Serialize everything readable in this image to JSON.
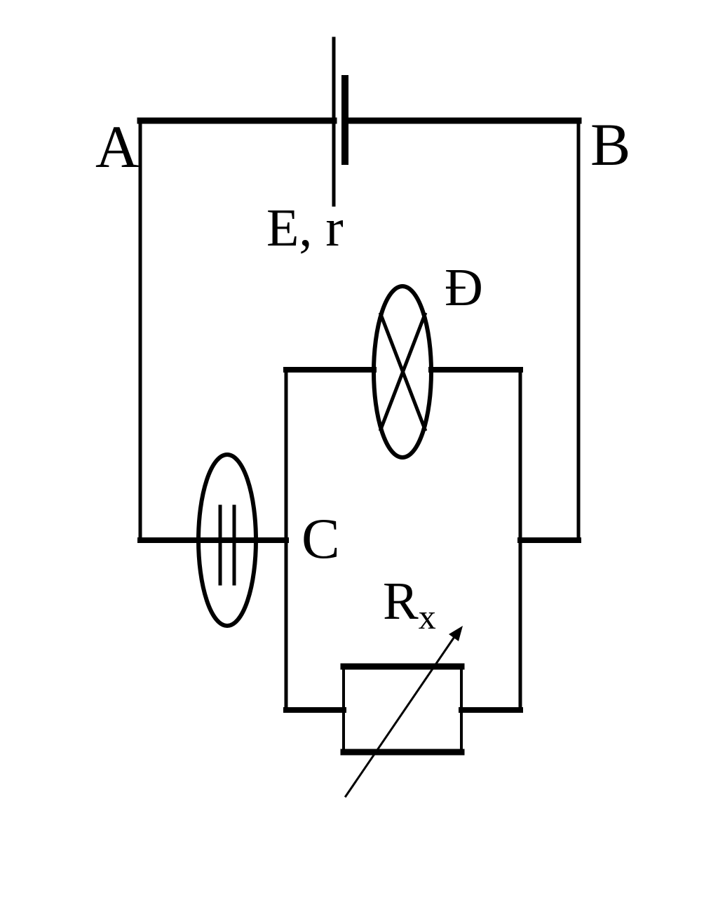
{
  "labels": {
    "node_a": "A",
    "node_b": "B",
    "node_c": "C",
    "source": "E, r",
    "lamp": "Đ",
    "resistor_main": "R",
    "resistor_sub": "x"
  },
  "colors": {
    "line": "#000000",
    "background": "#ffffff"
  },
  "components": {
    "battery": "battery-icon",
    "lamp": "lamp-icon",
    "ammeter": "ammeter-icon",
    "variable_resistor": "variable-resistor-icon"
  }
}
